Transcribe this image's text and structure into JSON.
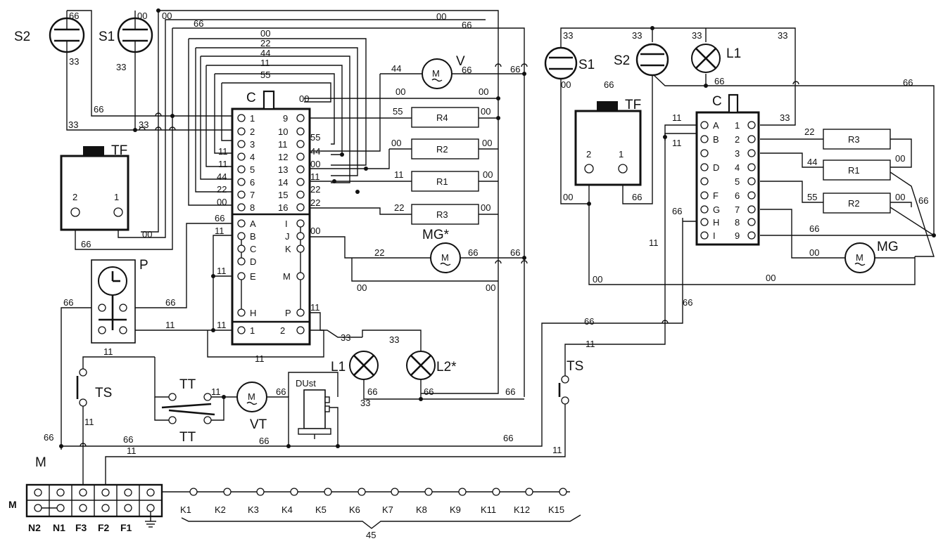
{
  "left_panel": {
    "wire_codes": {
      "top_00": "00",
      "top_00b": "00",
      "top_66": "66",
      "top_66b": "66",
      "s2_66": "66",
      "s2_33": "33",
      "s1_00": "00",
      "s1_33": "33",
      "bus_66": "66",
      "bus_33": "33",
      "bus_33b": "33",
      "mid_00": "00",
      "mid_22": "22",
      "mid_44": "44",
      "mid_11": "11",
      "mid_55": "55",
      "tf_00": "00",
      "tf_66": "66",
      "v_44": "44",
      "v_66": "66",
      "v_66b": "66",
      "r_00a": "00",
      "r_00b": "00",
      "r_55": "55",
      "r_00c": "00",
      "r_00d": "00",
      "r_00e": "00",
      "r1_11": "11",
      "r1_00": "00",
      "r3_22": "22",
      "r3_00": "00",
      "p9": "00",
      "p10": "55",
      "p11": "44",
      "p12": "00",
      "p13": "11",
      "p14": "22",
      "p15": "22",
      "l4": "11",
      "l5": "11",
      "l6": "44",
      "l7": "22",
      "l8": "00",
      "ca_66": "66",
      "cb_11": "11",
      "cj_00": "00",
      "mg_22": "22",
      "mg_66": "66",
      "mg_66b": "66",
      "low_00": "00",
      "low_00b": "00",
      "ce_11": "11",
      "p_66": "66",
      "p_66b": "66",
      "p_11": "11",
      "c1_11": "11",
      "cp_11": "11",
      "l1_33": "33",
      "l2_33": "33",
      "bot_11": "11",
      "ts_11": "11",
      "ts_11b": "11",
      "vt_11": "11",
      "vt_66": "66",
      "l1_66": "66",
      "l1_33b": "33",
      "l2_66": "66",
      "right_66": "66",
      "m_66": "66",
      "m_66b": "66",
      "m_66c": "66",
      "m_11": "11",
      "m_66d": "66",
      "m_11b": "11"
    },
    "components": {
      "s2": "S2",
      "s1": "S1",
      "tf": "TF",
      "tf_pin2": "2",
      "tf_pin1": "1",
      "connector": "C",
      "v": "V",
      "motor": "M",
      "r4": "R4",
      "r2": "R2",
      "r1": "R1",
      "r3": "R3",
      "mg": "MG*",
      "p": "P",
      "l1": "L1",
      "l2": "L2*",
      "ts": "TS",
      "tt_top": "TT",
      "tt_bot": "TT",
      "vt": "VT",
      "dust": "DUst",
      "m": "M"
    },
    "connector_left_pins": [
      "1",
      "2",
      "3",
      "4",
      "5",
      "6",
      "7",
      "8"
    ],
    "connector_right_pins": [
      "9",
      "10",
      "11",
      "12",
      "13",
      "14",
      "15",
      "16"
    ],
    "connector_mid_left": [
      "A",
      "B",
      "C",
      "D",
      "E",
      "H"
    ],
    "connector_mid_right": [
      "I",
      "J",
      "K",
      "M",
      "P"
    ],
    "connector_bottom": [
      "1",
      "2"
    ]
  },
  "right_panel": {
    "wire_codes": {
      "s1_33": "33",
      "s1_00": "00",
      "s2_33": "33",
      "l1_33": "33",
      "l1_66": "66",
      "top_33": "33",
      "tf_66": "66",
      "tf_00": "00",
      "tf_66b": "66",
      "a_11": "11",
      "b_11": "11",
      "p1_33": "33",
      "far_66": "66",
      "r3_22": "22",
      "r3_00": "00",
      "r1_44": "44",
      "r2_55": "55",
      "r2_00": "00",
      "r2_66": "66",
      "h_66": "66",
      "p9_66": "66",
      "mg_00": "00",
      "bot_00": "00",
      "bot_00b": "00",
      "v_11": "11",
      "v_66": "66",
      "v_66b": "66",
      "v_11b": "11"
    },
    "components": {
      "s1": "S1",
      "s2": "S2",
      "l1": "L1",
      "tf": "TF",
      "tf_pin2": "2",
      "tf_pin1": "1",
      "connector": "C",
      "r3": "R3",
      "r1": "R1",
      "r2": "R2",
      "mg": "MG",
      "motor": "M",
      "ts": "TS"
    },
    "connector_left": [
      "A",
      "B",
      "",
      "D",
      "",
      "F",
      "G",
      "H",
      "I"
    ],
    "connector_right": [
      "1",
      "2",
      "3",
      "4",
      "5",
      "6",
      "7",
      "8",
      "9"
    ]
  },
  "terminal_block": {
    "label": "M",
    "top_label": "M",
    "bottom_labels": [
      "N2",
      "N1",
      "F3",
      "F2",
      "F1"
    ],
    "k_labels": [
      "K1",
      "K2",
      "K3",
      "K4",
      "K5",
      "K6",
      "K7",
      "K8",
      "K9",
      "K11",
      "K12",
      "K15"
    ],
    "group_label": "45"
  }
}
